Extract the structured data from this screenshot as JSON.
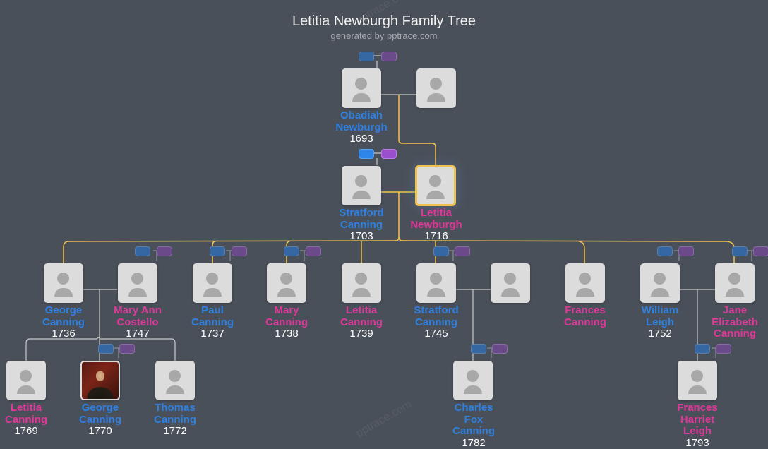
{
  "header": {
    "title": "Letitia Newburgh Family Tree",
    "subtitle": "generated by pptrace.com"
  },
  "watermark": "pptrace.com",
  "colors": {
    "background": "#4a5059",
    "male": "#2f80e0",
    "female": "#e0389a",
    "lineage_line": "#f2c14e",
    "connector_line": "#d0d0d0",
    "card": "#dcdcdc"
  },
  "people": [
    {
      "id": "obadiah",
      "first": "Obadiah",
      "rest": "Newburgh",
      "year": "1693",
      "gender": "m"
    },
    {
      "id": "obadiah-spouse",
      "first": "",
      "rest": "",
      "year": "",
      "gender": "f"
    },
    {
      "id": "stratford-1703",
      "first": "Stratford",
      "rest": "Canning",
      "year": "1703",
      "gender": "m"
    },
    {
      "id": "letitia-1716",
      "first": "Letitia",
      "rest": "Newburgh",
      "year": "1716",
      "gender": "f",
      "focus": true
    },
    {
      "id": "george-1736",
      "first": "George",
      "rest": "Canning",
      "year": "1736",
      "gender": "m"
    },
    {
      "id": "maryann-1747",
      "first": "Mary Ann",
      "rest": "Costello",
      "year": "1747",
      "gender": "f"
    },
    {
      "id": "paul-1737",
      "first": "Paul",
      "rest": "Canning",
      "year": "1737",
      "gender": "m"
    },
    {
      "id": "mary-1738",
      "first": "Mary",
      "rest": "Canning",
      "year": "1738",
      "gender": "f"
    },
    {
      "id": "letitia-1739",
      "first": "Letitia",
      "rest": "Canning",
      "year": "1739",
      "gender": "f"
    },
    {
      "id": "stratford-1745",
      "first": "Stratford",
      "rest": "Canning",
      "year": "1745",
      "gender": "m"
    },
    {
      "id": "stratford-spouse",
      "first": "",
      "rest": "",
      "year": "",
      "gender": "f"
    },
    {
      "id": "frances-canning",
      "first": "Frances",
      "rest": "Canning",
      "year": "",
      "gender": "f"
    },
    {
      "id": "william-1752",
      "first": "William",
      "rest": "Leigh",
      "year": "1752",
      "gender": "m"
    },
    {
      "id": "jane-elizabeth",
      "first": "Jane",
      "rest": "Elizabeth",
      "rest2": "Canning",
      "year": "",
      "gender": "f"
    },
    {
      "id": "letitia-1769",
      "first": "Letitia",
      "rest": "Canning",
      "year": "1769",
      "gender": "f"
    },
    {
      "id": "george-1770",
      "first": "George",
      "rest": "Canning",
      "year": "1770",
      "gender": "m",
      "portrait": true
    },
    {
      "id": "thomas-1772",
      "first": "Thomas",
      "rest": "Canning",
      "year": "1772",
      "gender": "m"
    },
    {
      "id": "charles-1782",
      "first": "Charles",
      "rest": "Fox",
      "rest2": "Canning",
      "year": "1782",
      "gender": "m"
    },
    {
      "id": "frances-1793",
      "first": "Frances",
      "rest": "Harriet",
      "rest2": "Leigh",
      "year": "1793",
      "gender": "f"
    }
  ]
}
